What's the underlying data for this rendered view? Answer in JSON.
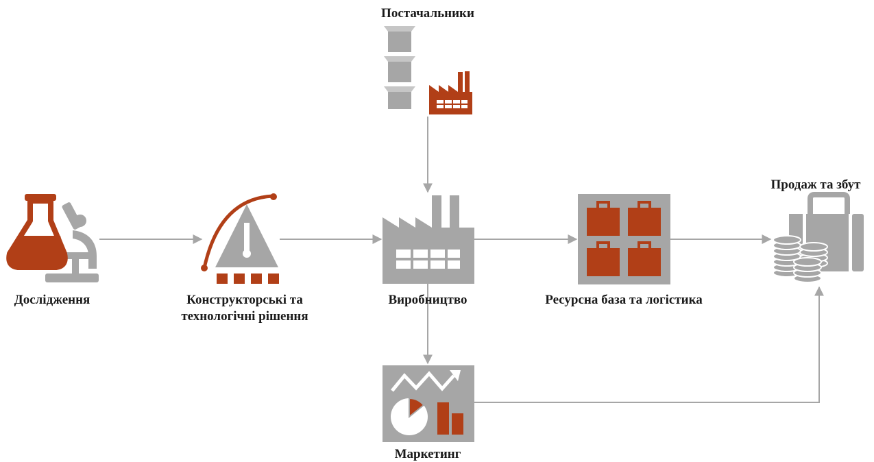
{
  "colors": {
    "accent": "#b13f17",
    "gray": "#a6a6a6",
    "connector": "#a6a6a6",
    "text": "#1a1a1a"
  },
  "nodes": {
    "research": {
      "label": "Дослідження",
      "icon": "flask-microscope-icon"
    },
    "design": {
      "label_line1": "Конструкторські та",
      "label_line2": "технологічні рішення",
      "icon": "compass-triangle-icon"
    },
    "suppliers": {
      "label": "Постачальники",
      "icon": "supplier-boxes-factory-icon"
    },
    "production": {
      "label": "Виробництво",
      "icon": "factory-icon"
    },
    "logistics": {
      "label": "Ресурсна база та логістика",
      "icon": "briefcases-icon"
    },
    "sales": {
      "label": "Продаж та збут",
      "icon": "suitcase-coins-icon"
    },
    "marketing": {
      "label": "Маркетинг",
      "icon": "marketing-chart-icon"
    }
  },
  "edges": [
    {
      "from": "research",
      "to": "design"
    },
    {
      "from": "design",
      "to": "production"
    },
    {
      "from": "suppliers",
      "to": "production"
    },
    {
      "from": "production",
      "to": "logistics"
    },
    {
      "from": "logistics",
      "to": "sales"
    },
    {
      "from": "production",
      "to": "marketing"
    },
    {
      "from": "marketing",
      "to": "sales"
    }
  ]
}
